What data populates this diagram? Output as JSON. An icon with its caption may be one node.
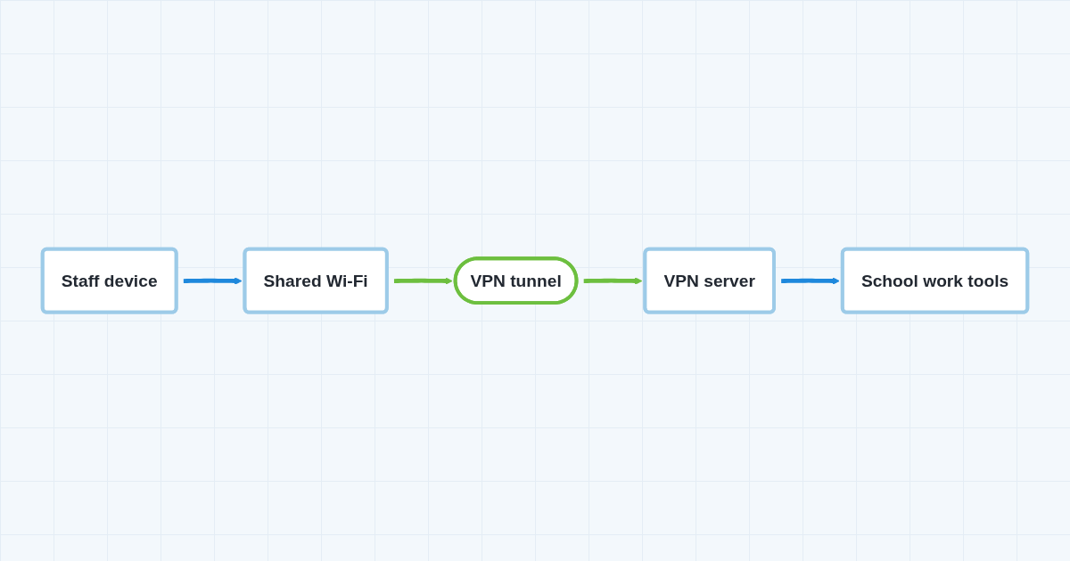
{
  "diagram": {
    "nodes": [
      {
        "text": [
          "Staff device"
        ]
      },
      {
        "text": [
          "Shared Wi-Fi"
        ]
      },
      {
        "text": [
          "VPN tunnel"
        ]
      },
      {
        "text": [
          "VPN server"
        ]
      },
      {
        "text": [
          "School work tools"
        ]
      }
    ],
    "edges": [
      {
        "from": 0,
        "to": 1,
        "arrow": "to",
        "color": "#1e88dc"
      },
      {
        "from": 1,
        "to": 2,
        "arrow": "to",
        "color": "#6dbf3f"
      },
      {
        "from": 2,
        "to": 3,
        "arrow": "to",
        "color": "#6dbf3f"
      },
      {
        "from": 3,
        "to": 4,
        "arrow": "to",
        "color": "#1e88dc"
      }
    ]
  }
}
